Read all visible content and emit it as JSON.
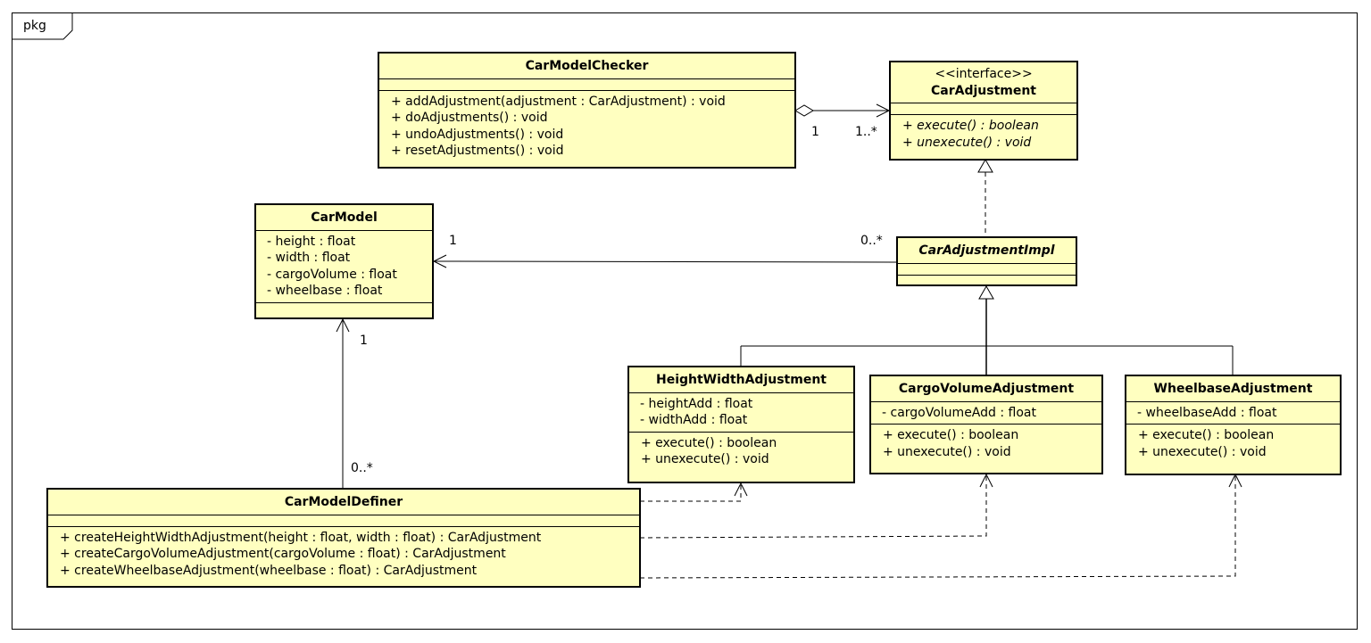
{
  "frame": {
    "label": "pkg"
  },
  "classes": {
    "checker": {
      "name": "CarModelChecker",
      "attributes": [],
      "operations": [
        "+ addAdjustment(adjustment : CarAdjustment) : void",
        "+ doAdjustments() : void",
        "+ undoAdjustments() : void",
        "+ resetAdjustments() : void"
      ]
    },
    "adjustment": {
      "stereotype": "<<interface>>",
      "name": "CarAdjustment",
      "attributes": [],
      "operations": [
        "+ execute() : boolean",
        "+ unexecute() : void"
      ]
    },
    "carmodel": {
      "name": "CarModel",
      "attributes": [
        "- height : float",
        "- width : float",
        "- cargoVolume : float",
        "- wheelbase : float"
      ],
      "operations": []
    },
    "impl": {
      "name": "CarAdjustmentImpl",
      "attributes": [],
      "operations": []
    },
    "heightwidth": {
      "name": "HeightWidthAdjustment",
      "attributes": [
        "- heightAdd : float",
        "- widthAdd : float"
      ],
      "operations": [
        "+ execute() : boolean",
        "+ unexecute() : void"
      ]
    },
    "cargo": {
      "name": "CargoVolumeAdjustment",
      "attributes": [
        "- cargoVolumeAdd : float"
      ],
      "operations": [
        "+ execute() : boolean",
        "+ unexecute() : void"
      ]
    },
    "wheelbase": {
      "name": "WheelbaseAdjustment",
      "attributes": [
        "- wheelbaseAdd : float"
      ],
      "operations": [
        "+ execute() : boolean",
        "+ unexecute() : void"
      ]
    },
    "definer": {
      "name": "CarModelDefiner",
      "attributes": [],
      "operations": [
        "+ createHeightWidthAdjustment(height : float, width : float) : CarAdjustment",
        "+ createCargoVolumeAdjustment(cargoVolume : float) : CarAdjustment",
        "+ createWheelbaseAdjustment(wheelbase : float) : CarAdjustment"
      ]
    }
  },
  "multiplicities": {
    "checker_end": "1",
    "adjustment_end": "1..*",
    "carmodel_from_impl": "1",
    "impl_end": "0..*",
    "carmodel_from_definer": "1",
    "definer_end": "0..*"
  }
}
